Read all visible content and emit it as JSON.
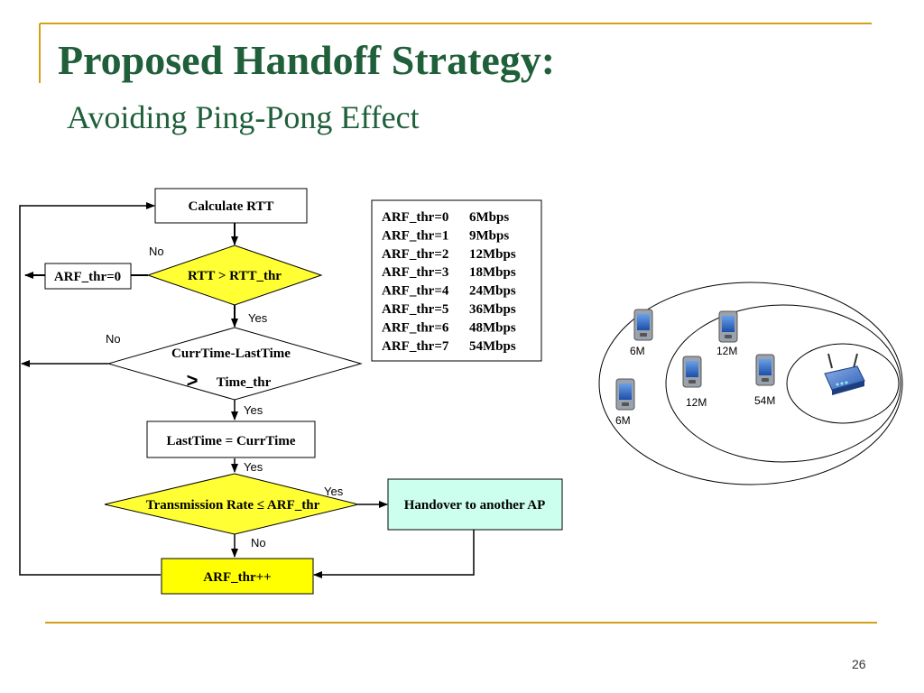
{
  "slide": {
    "title": "Proposed Handoff Strategy:",
    "subtitle": "Avoiding Ping-Pong Effect",
    "page_number": "26",
    "accent_color": "#d4a017",
    "title_color": "#1f5f3a"
  },
  "flowchart": {
    "calc_rtt": "Calculate RTT",
    "rtt_check": "RTT > RTT_thr",
    "arf_reset": "ARF_thr=0",
    "time_check_line1": "CurrTime-LastTime",
    "time_check_gt": ">",
    "time_check_line2": "Time_thr",
    "last_time": "LastTime = CurrTime",
    "rate_check": "Transmission Rate ≤ ARF_thr",
    "handover": "Handover to another AP",
    "arf_inc": "ARF_thr++",
    "labels": {
      "rtt_no": "No",
      "rtt_yes": "Yes",
      "time_no": "No",
      "time_yes": "Yes",
      "last_yes": "Yes",
      "rate_yes": "Yes",
      "rate_no": "No"
    },
    "colors": {
      "decision": "#ffff33",
      "action": "#ffff00",
      "handover": "#ccffee"
    }
  },
  "arf_table": [
    {
      "thr": "ARF_thr=0",
      "rate": "6Mbps"
    },
    {
      "thr": "ARF_thr=1",
      "rate": "9Mbps"
    },
    {
      "thr": "ARF_thr=2",
      "rate": "12Mbps"
    },
    {
      "thr": "ARF_thr=3",
      "rate": "18Mbps"
    },
    {
      "thr": "ARF_thr=4",
      "rate": "24Mbps"
    },
    {
      "thr": "ARF_thr=5",
      "rate": "36Mbps"
    },
    {
      "thr": "ARF_thr=6",
      "rate": "48Mbps"
    },
    {
      "thr": "ARF_thr=7",
      "rate": "54Mbps"
    }
  ],
  "coverage_diagram": {
    "rate_labels": [
      "6M",
      "12M",
      "6M",
      "12M",
      "54M"
    ]
  }
}
